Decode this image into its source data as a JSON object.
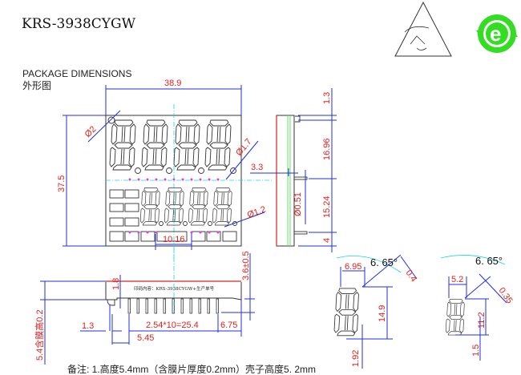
{
  "title": "KRS-3938CYGW",
  "icons": {
    "esd": "esd-warning-icon",
    "rohs": "green-e-recycle-icon",
    "rohs_color": "#33dd22"
  },
  "section": {
    "heading": "PACKAGE DIMENSIONS",
    "subheading": "外形图"
  },
  "front_view": {
    "width": "38.9",
    "height": "37.5",
    "hole_large": "Ø2",
    "hole_mid": "Ø1.7",
    "hole_small": "Ø1.2",
    "pin_spacing_rows": "10.16"
  },
  "side_view": {
    "depth": "3.3",
    "pin_dia": "Ø0.51",
    "top": "1.3",
    "upper": "16.96",
    "middle": "15.24",
    "bottom": "4"
  },
  "bottom_view": {
    "print_label": "印码内容：KRS-3938CYGW+生产单号",
    "top_dim": "1.8",
    "pin_len": "3.6±0.5",
    "total_height": "5.4含膜高0.2",
    "left_offset": "1.3",
    "pitch": "2.54*10=25.4",
    "right_offset": "6.75",
    "first_pin": "5.45"
  },
  "detail_large": {
    "angle": "6. 65°",
    "width": "6.95",
    "seg": "0.4",
    "height": "14.9",
    "offset": "1.92"
  },
  "detail_small": {
    "angle": "6. 65°",
    "width": "5.2",
    "seg": "0.35",
    "height": "11.2",
    "offset": "1.5"
  },
  "note": "备注: 1.高度5.4mm（含膜片厚度0.2mm）壳子高度5. 2mm"
}
